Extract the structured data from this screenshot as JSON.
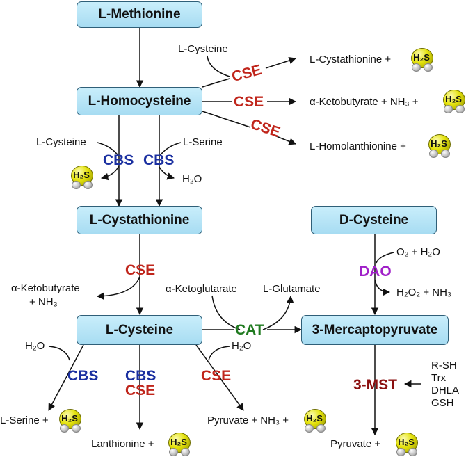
{
  "boxes": {
    "methionine": "L-Methionine",
    "homocysteine": "L-Homocysteine",
    "cystathionine": "L-Cystathionine",
    "d_cysteine": "D-Cysteine",
    "cysteine": "L-Cysteine",
    "mercaptopyruvate": "3-Mercaptopyruvate"
  },
  "enzymes": {
    "cse_1": "CSE",
    "cse_2": "CSE",
    "cse_3": "CSE",
    "cbs_left": "CBS",
    "cbs_right": "CBS",
    "cse_cystathionine": "CSE",
    "dao": "DAO",
    "cat": "CAT",
    "cbs_bottom_left": "CBS",
    "cbs_mid": "CBS",
    "cse_mid": "CSE",
    "cse_bottom_right": "CSE",
    "mst": "3-MST"
  },
  "labels": {
    "l_cysteine_top": "L-Cysteine",
    "cystathionine_product": "L-Cystathionine +",
    "ketobutyrate_product": "α-Ketobutyrate + NH₃ +",
    "homolanthionine_product": "L-Homolanthionine +",
    "l_cysteine_cbs": "L-Cysteine",
    "l_serine_cbs": "L-Serine",
    "h2o_cbs": "H₂O",
    "ketobutyrate_left_1": "α-Ketobutyrate",
    "ketobutyrate_left_2": "+ NH₃",
    "ketoglutarate": "α-Ketoglutarate",
    "glutamate": "L-Glutamate",
    "o2_h2o": "O₂ + H₂O",
    "h2o2_nh3": "H₂O₂ + NH₃",
    "h2o_left": "H₂O",
    "h2o_right": "H₂O",
    "serine_product": "L-Serine +",
    "lanthionine_product": "Lanthionine +",
    "pyruvate_nh3_product": "Pyruvate + NH₃ +",
    "pyruvate_product": "Pyruvate +",
    "rsh": "R-SH",
    "trx": "Trx",
    "dhla": "DHLA",
    "gsh": "GSH"
  },
  "h2s_molecule": "H₂S",
  "colors": {
    "cse": "#c0251b",
    "cbs": "#1a2fa0",
    "dao": "#a020c8",
    "cat": "#1f7a1f",
    "mst": "#8b1010",
    "box_fill": "#b4e4f6",
    "box_border": "#2f5f78"
  }
}
